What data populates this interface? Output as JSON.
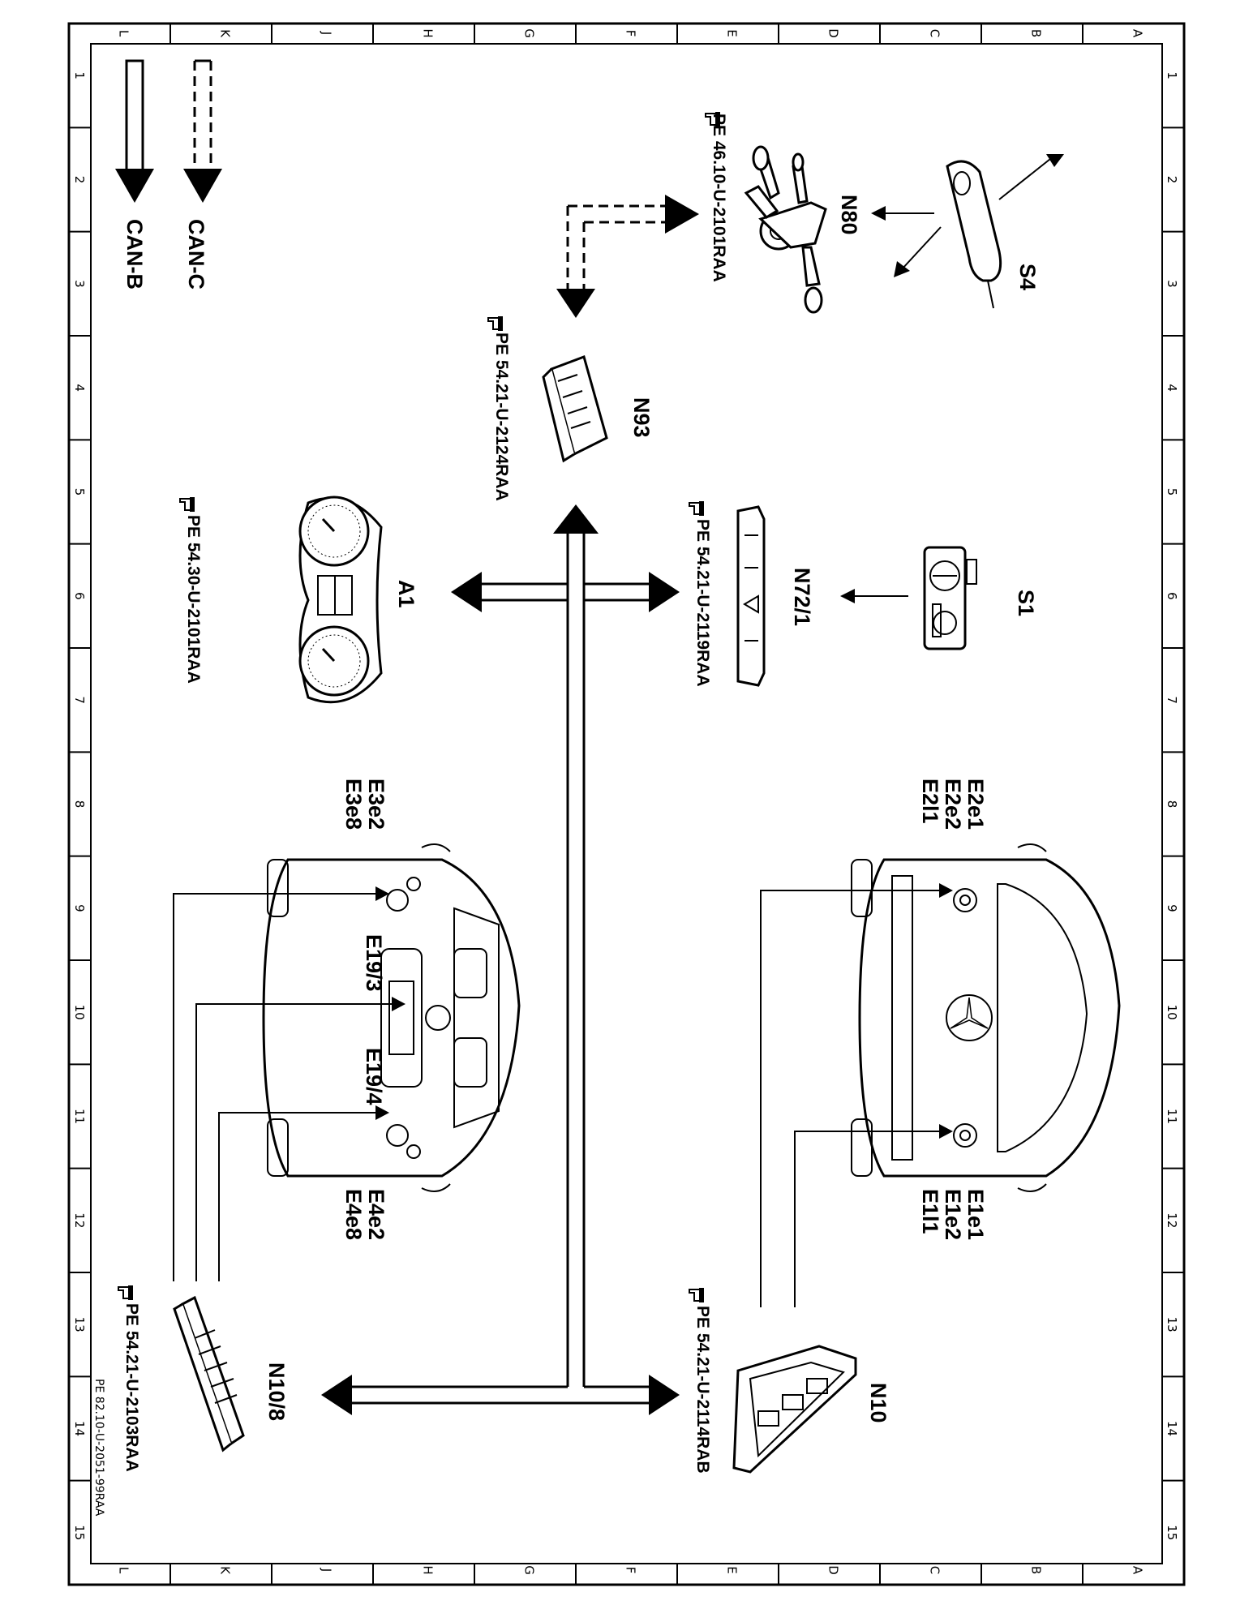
{
  "grid": {
    "letters": [
      "A",
      "B",
      "C",
      "D",
      "E",
      "F",
      "G",
      "H",
      "J",
      "K",
      "L"
    ],
    "numbers": [
      "1",
      "2",
      "3",
      "4",
      "5",
      "6",
      "7",
      "8",
      "9",
      "10",
      "11",
      "12",
      "13",
      "14",
      "15"
    ]
  },
  "legend": {
    "can_c": "CAN-C",
    "can_b": "CAN-B"
  },
  "components": {
    "s4": "S4",
    "n80": "N80",
    "s1": "S1",
    "n72": "N72/1",
    "n93": "N93",
    "a1": "A1",
    "n10": "N10",
    "n10_8": "N10/8",
    "front_left": [
      "E1e1",
      "E1e2",
      "E1l1"
    ],
    "front_right": [
      "E2e1",
      "E2e2",
      "E2l1"
    ],
    "rear_right": [
      "E3e2",
      "E3e8"
    ],
    "rear_left": [
      "E4e2",
      "E4e8"
    ],
    "e19_3": "E19/3",
    "e19_4": "E19/4"
  },
  "references": {
    "n80": "PE  46.10-U-2101RAA",
    "n93": "PE  54.21-U-2124RAA",
    "n72": "PE  54.21-U-2119RAA",
    "a1": "PE  54.30-U-2101RAA",
    "n10": "PE  54.21-U-2114RAB",
    "n10_8": "PE  54.21-U-2103RAA"
  },
  "document_id": "PE 82.10-U-2051-99RAA",
  "icons": [
    "pointing-hand-icon"
  ]
}
